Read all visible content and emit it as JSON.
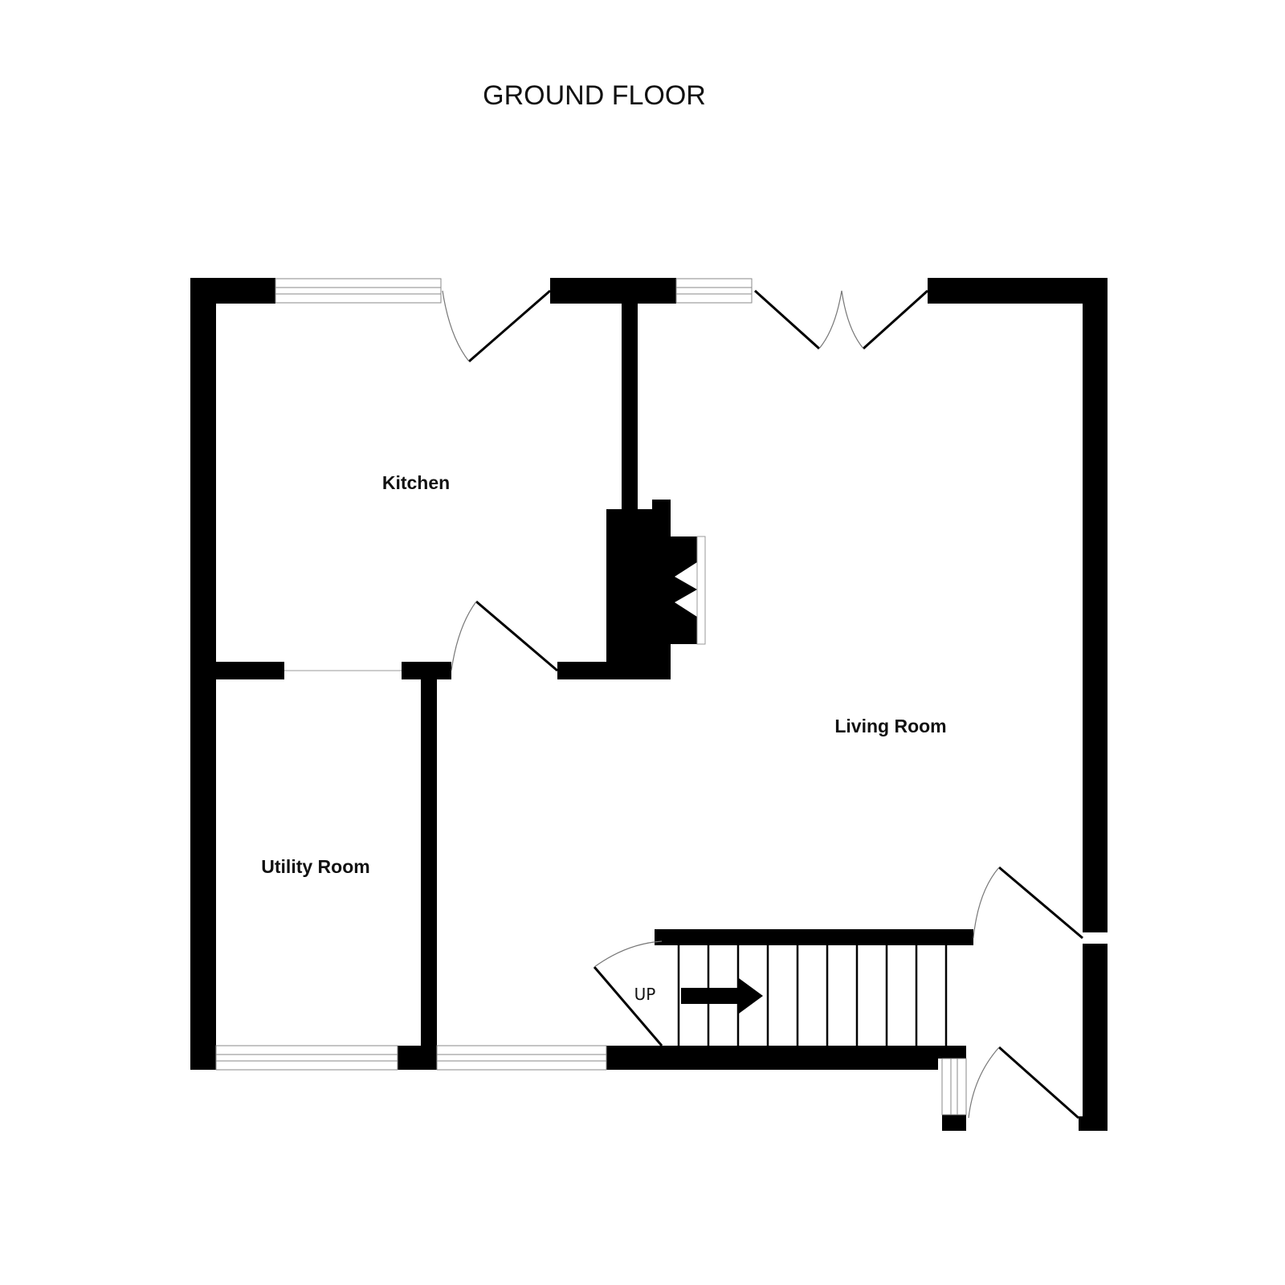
{
  "plan": {
    "title": "GROUND FLOOR",
    "rooms": {
      "kitchen": "Kitchen",
      "living_room": "Living Room",
      "utility_room": "Utility Room"
    },
    "stairs_label": "UP"
  },
  "colors": {
    "wall": "#000000",
    "background": "#ffffff",
    "window_frame": "#8a8a8a"
  }
}
